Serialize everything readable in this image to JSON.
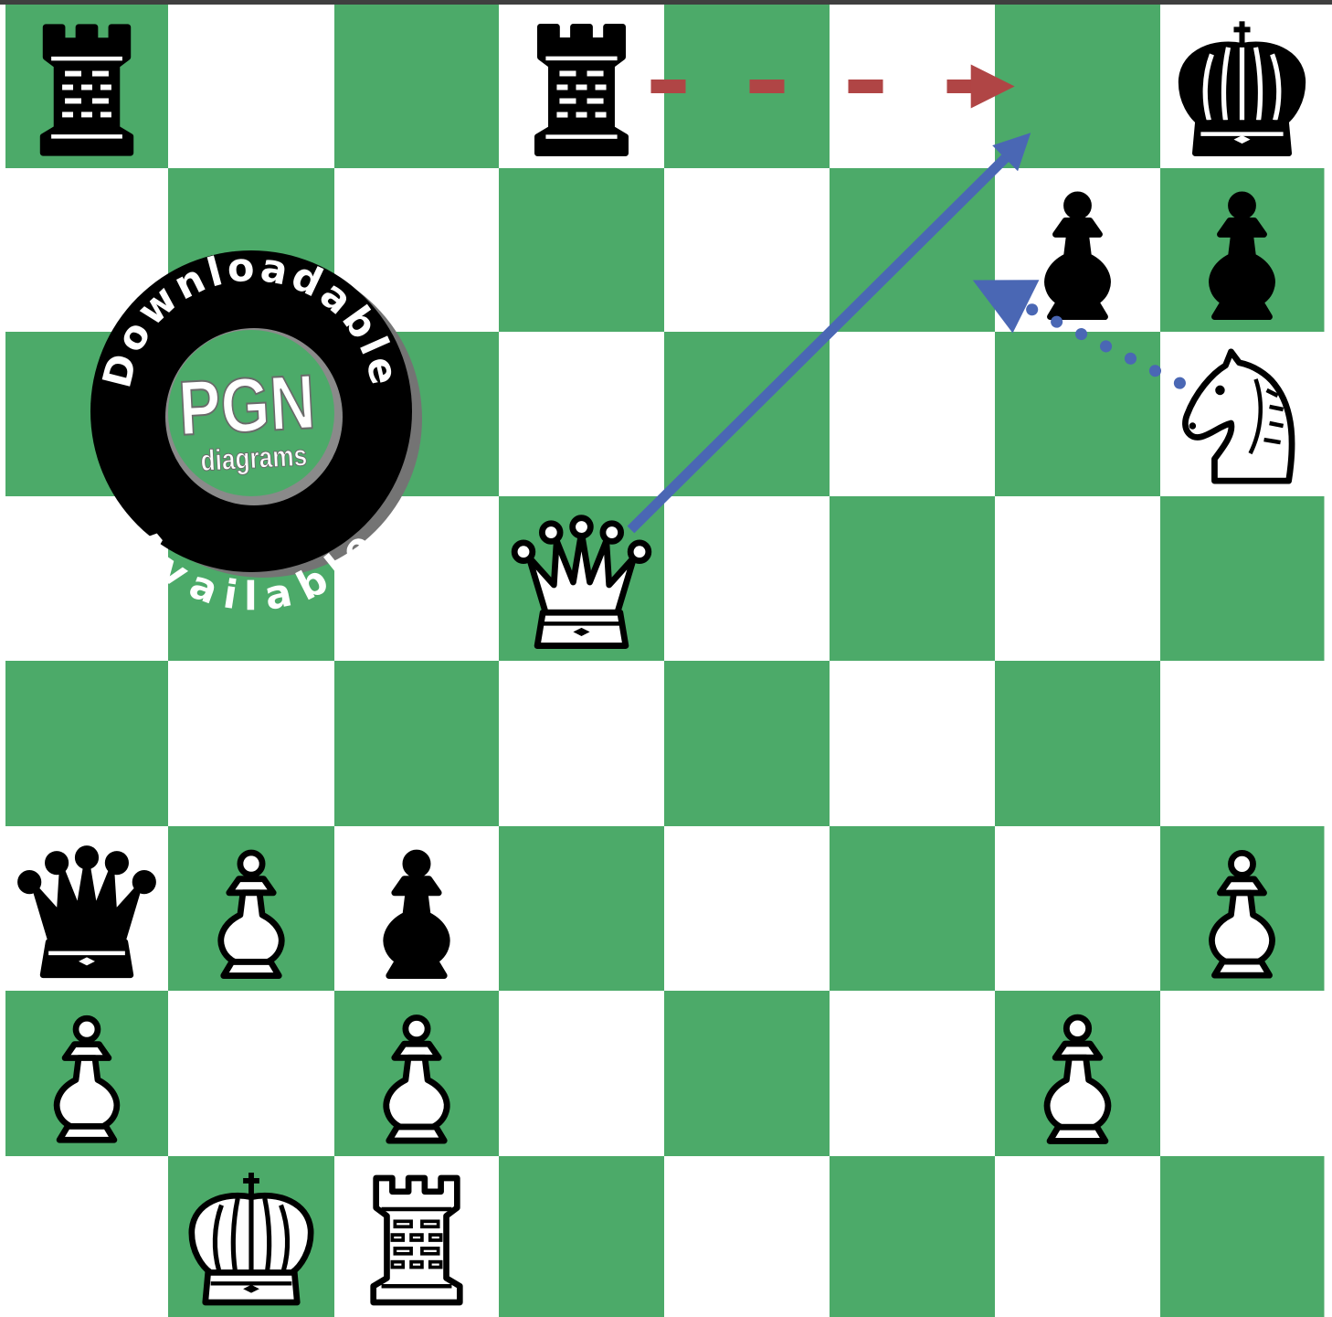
{
  "board": {
    "colors": {
      "light": "#ffffff",
      "dark": "#4caa69",
      "frame": "#3f3f3f"
    },
    "orientation": "white-bottom",
    "pieces": [
      {
        "square": "a8",
        "color": "black",
        "type": "rook"
      },
      {
        "square": "d8",
        "color": "black",
        "type": "rook"
      },
      {
        "square": "h8",
        "color": "black",
        "type": "king"
      },
      {
        "square": "g7",
        "color": "black",
        "type": "pawn"
      },
      {
        "square": "h7",
        "color": "black",
        "type": "pawn"
      },
      {
        "square": "h6",
        "color": "white",
        "type": "knight"
      },
      {
        "square": "d5",
        "color": "white",
        "type": "queen"
      },
      {
        "square": "a3",
        "color": "black",
        "type": "queen"
      },
      {
        "square": "b3",
        "color": "white",
        "type": "pawn"
      },
      {
        "square": "c3",
        "color": "black",
        "type": "pawn"
      },
      {
        "square": "h3",
        "color": "white",
        "type": "pawn"
      },
      {
        "square": "a2",
        "color": "white",
        "type": "pawn"
      },
      {
        "square": "c2",
        "color": "white",
        "type": "pawn"
      },
      {
        "square": "g2",
        "color": "white",
        "type": "pawn"
      },
      {
        "square": "b1",
        "color": "white",
        "type": "king"
      },
      {
        "square": "c1",
        "color": "white",
        "type": "rook"
      }
    ],
    "arrows": [
      {
        "from": "d8",
        "to": "g8",
        "style": "dashed",
        "color": "#b04545"
      },
      {
        "from": "d5",
        "to": "g8",
        "style": "solid",
        "color": "#4a67b4"
      },
      {
        "from": "h6",
        "to": "f7",
        "style": "dotted",
        "color": "#4a67b4"
      }
    ]
  },
  "badge": {
    "arc_top": "Downloadable",
    "arc_bottom": "Available",
    "center_big": "PGN",
    "center_small": "diagrams",
    "colors": {
      "ring": "#000000",
      "shadow": "#747474",
      "center": "#4caa69",
      "center_edge": "#8a8a8a",
      "text": "#ffffff"
    }
  }
}
